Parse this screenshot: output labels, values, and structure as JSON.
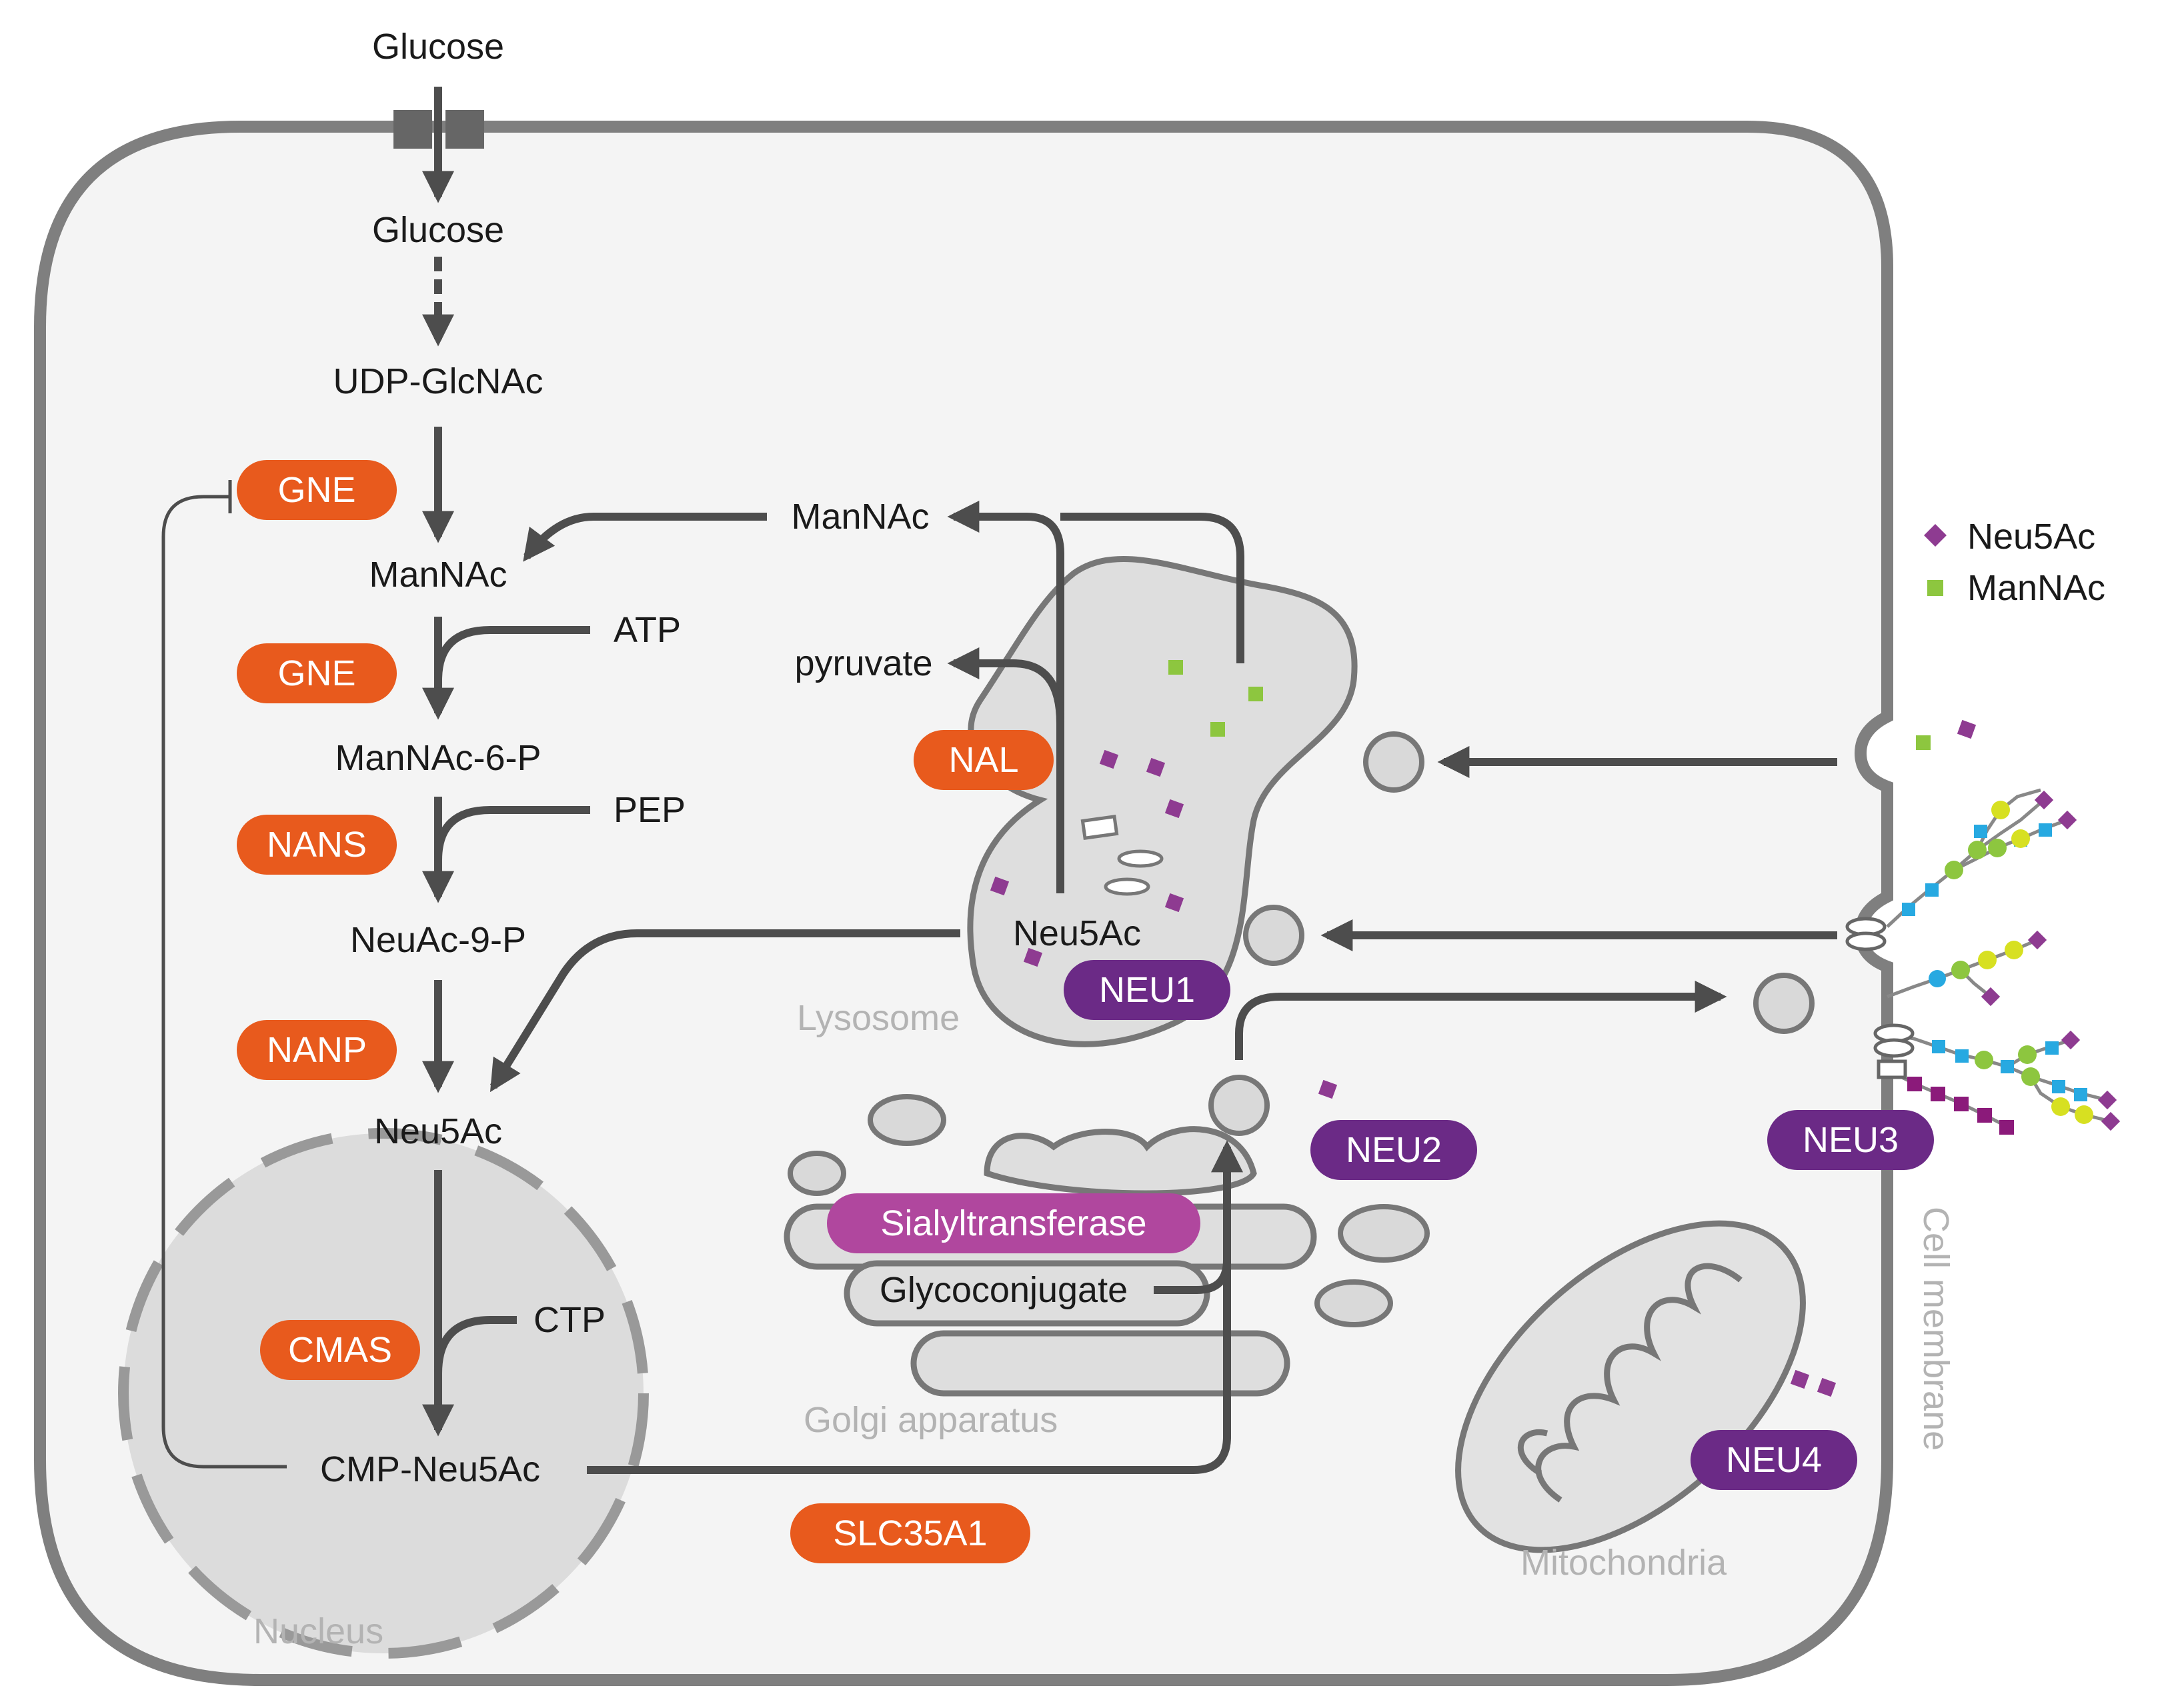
{
  "labels": {
    "glucose_outside": "Glucose",
    "glucose_inside": "Glucose",
    "udp_glcnac": "UDP-GlcNAc",
    "mannac": "ManNAc",
    "atp": "ATP",
    "mannac_6p": "ManNAc-6-P",
    "pep": "PEP",
    "neuac_9p": "NeuAc-9-P",
    "neu5ac": "Neu5Ac",
    "ctp": "CTP",
    "cmp_neu5ac": "CMP-Neu5Ac",
    "mannac_lysosome": "ManNAc",
    "pyruvate": "pyruvate",
    "neu5ac_lysosome": "Neu5Ac",
    "glycoconjugate": "Glycoconjugate"
  },
  "enzymes": {
    "gne_feedback": "GNE",
    "gne": "GNE",
    "nans": "NANS",
    "nanp": "NANP",
    "cmas": "CMAS",
    "nal": "NAL",
    "slc35a1": "SLC35A1",
    "sialyltransferase": "Sialyltransferase",
    "neu1": "NEU1",
    "neu2": "NEU2",
    "neu3": "NEU3",
    "neu4": "NEU4"
  },
  "compartments": {
    "lysosome": "Lysosome",
    "golgi": "Golgi apparatus",
    "nucleus": "Nucleus",
    "mitochondria": "Mitochondria",
    "cell_membrane": "Cell membrane"
  },
  "legend": {
    "neu5ac": "Neu5Ac",
    "mannac": "ManNAc"
  },
  "colors": {
    "cell_fill": "#f4f4f4",
    "membrane": "#7f7f7f",
    "arrow": "#4d4d4d",
    "enzyme_orange": "#e85a1d",
    "enzyme_purple": "#6b2a86",
    "sialyltransferase": "#b0479e",
    "neu5ac_marker": "#8e3b91",
    "mannac_marker": "#8dc63f",
    "glycan_blue": "#27a9e1",
    "glycan_green": "#8dc63f",
    "glycan_yellow": "#d7e021",
    "glycan_dark": "#8b1a7a",
    "compartment_label": "#b3b3b3"
  }
}
